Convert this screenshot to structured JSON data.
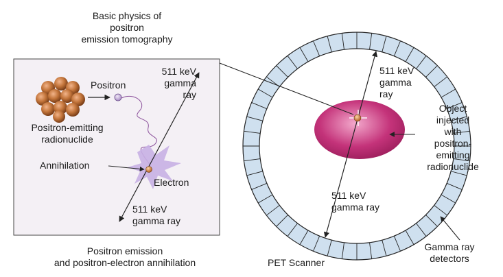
{
  "title": "Basic physics of\npositron\nemission tomography",
  "left_panel": {
    "positron": "Positron",
    "radionuclide": "Positron-emitting\nradionuclide",
    "gamma_top": "511 keV\ngamma\nray",
    "annihilation": "Annihilation",
    "electron": "Electron",
    "gamma_bottom": "511 keV\ngamma ray",
    "caption": "Positron emission\nand positron-electron annihilation"
  },
  "scanner": {
    "gamma_top": "511 keV\ngamma\nray",
    "object": "Object\ninjected\nwith\npositron-\nemitting\nradionuclide",
    "gamma_bottom": "511 keV\ngamma ray",
    "caption": "PET Scanner",
    "detectors": "Gamma ray\ndetectors",
    "detector_count": 48
  },
  "colors": {
    "panel_bg": "#f4f0f5",
    "nucleus": "#c2743a",
    "ring_fill": "#cfe0ef",
    "ellipse": "#c4337a",
    "positron": "#c9b4dc",
    "annihilation": "#c8b0e4",
    "trail": "#8a4f9a"
  }
}
